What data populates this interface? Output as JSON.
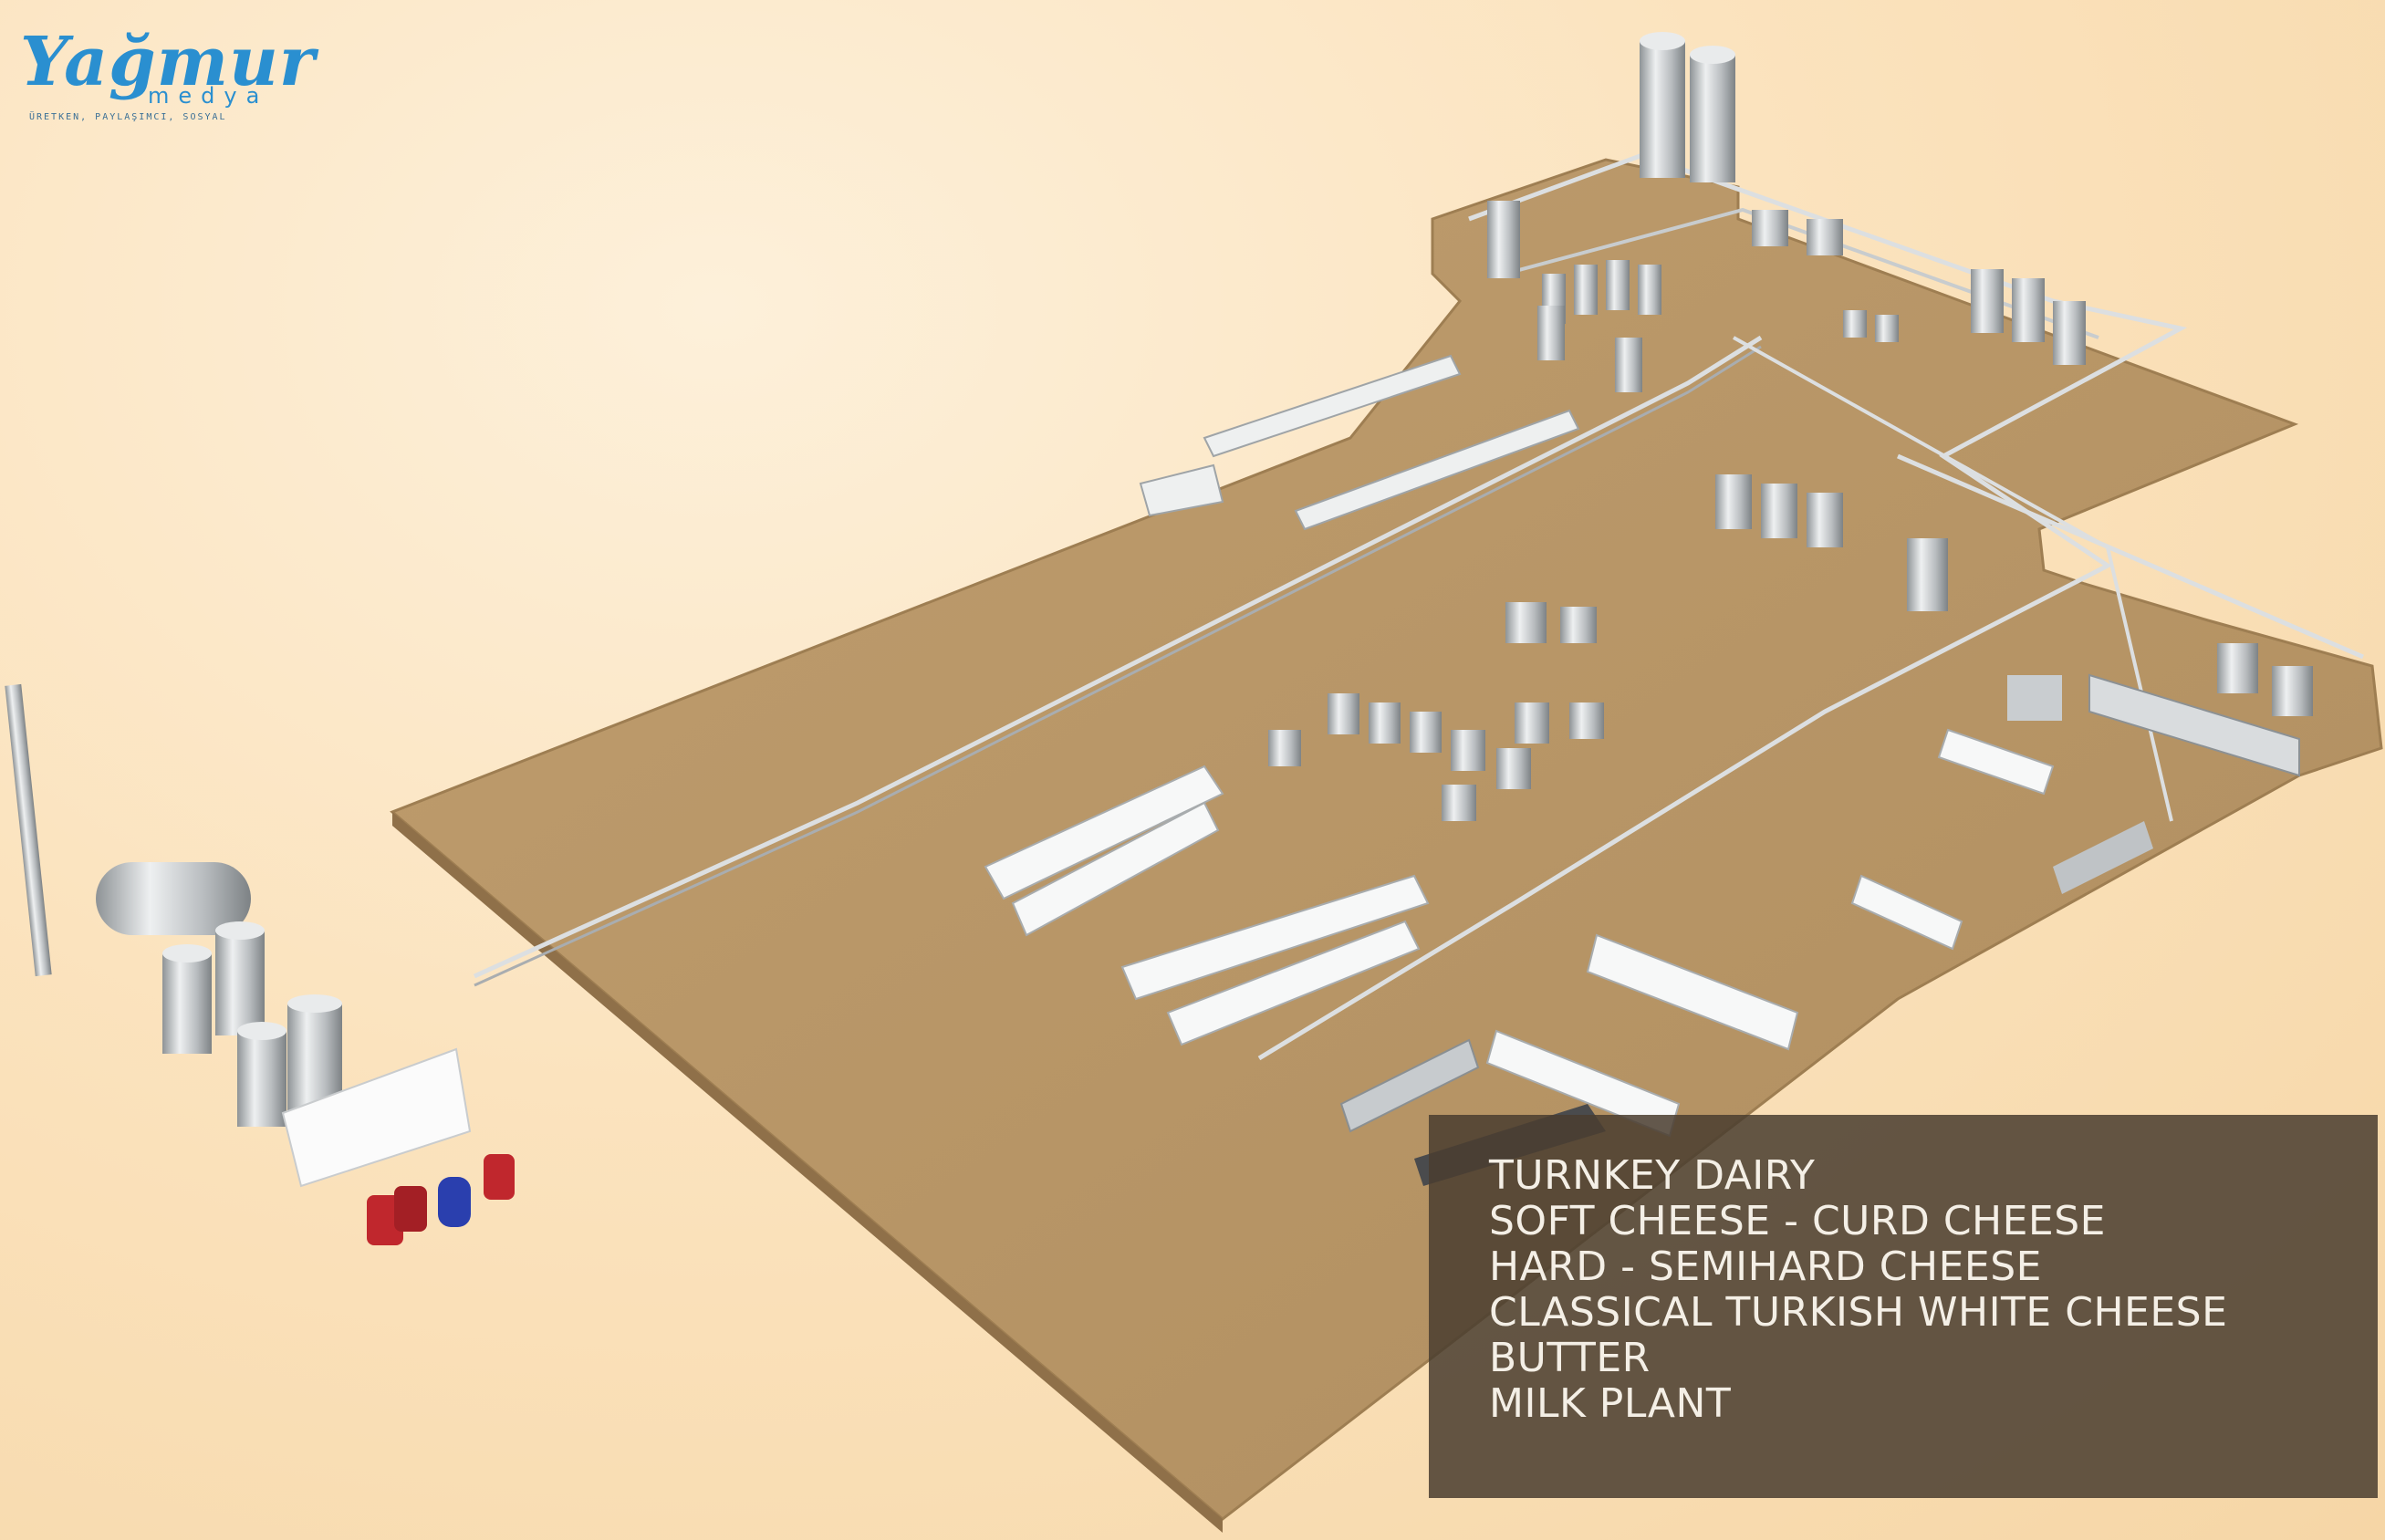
{
  "logo": {
    "name": "Yağmur",
    "sub": "medya",
    "tagline": "ÜRETKEN, PAYLAŞIMCI, SOSYAL"
  },
  "info": {
    "lines": [
      "TURNKEY DAIRY",
      "SOFT CHEESE - CURD CHEESE",
      "HARD - SEMIHARD CHEESE",
      "CLASSICAL TURKISH WHITE CHEESE",
      "BUTTER",
      "MILK PLANT"
    ]
  },
  "colors": {
    "background": "#fbe3be",
    "floor": "#b89668",
    "floor_edge": "#9e7e52",
    "steel": "#cfd3d6",
    "panel": "#4b3e30",
    "logo_blue": "#2a8fd0",
    "tank_red": "#c0272d",
    "tank_blue": "#2a3fae"
  },
  "icons": [
    "stainless-tank-icon",
    "pipe-rack-icon",
    "cheese-rack-icon",
    "boiler-icon",
    "gas-cylinder-icon"
  ]
}
